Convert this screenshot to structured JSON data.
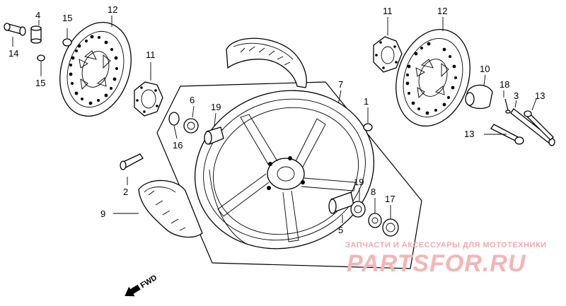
{
  "callouts": {
    "c1": "1",
    "c2": "2",
    "c3": "3",
    "c4": "4",
    "c5": "5",
    "c6": "6",
    "c7": "7",
    "c8": "8",
    "c9": "9",
    "c10": "10",
    "c11a": "11",
    "c11b": "11",
    "c12a": "12",
    "c12b": "12",
    "c13a": "13",
    "c13b": "13",
    "c14": "14",
    "c15a": "15",
    "c15b": "15",
    "c16": "16",
    "c17": "17",
    "c18": "18",
    "c19a": "19",
    "c19b": "19"
  },
  "direction_label": "FWD",
  "watermark": {
    "tagline": "ЗАПЧАСТИ И АКСЕССУАРЫ ДЛЯ МОТОТЕХНИКИ",
    "brand": "PARTSFOR.RU"
  }
}
